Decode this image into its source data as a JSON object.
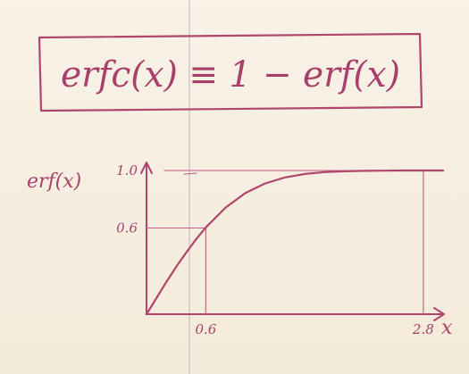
{
  "formula": {
    "text": "erfc(x) ≡ 1 − erf(x)"
  },
  "chart_data": {
    "type": "line",
    "title": "",
    "xlabel": "x",
    "ylabel": "erf(x)",
    "xlim": [
      0,
      3.0
    ],
    "ylim": [
      0,
      1.05
    ],
    "x_ticks": [
      {
        "value": 0.6,
        "label": "0.6"
      },
      {
        "value": 2.8,
        "label": "2.8"
      }
    ],
    "y_ticks": [
      {
        "value": 0.6,
        "label": "0.6"
      },
      {
        "value": 1.0,
        "label": "1.0"
      }
    ],
    "asymptote": {
      "y": 1.0
    },
    "series": [
      {
        "x": [
          0,
          0.1,
          0.2,
          0.3,
          0.4,
          0.5,
          0.6,
          0.8,
          1.0,
          1.2,
          1.4,
          1.6,
          1.8,
          2.0,
          2.2,
          2.4,
          2.6,
          2.8,
          3.0
        ],
        "y": [
          0,
          0.112,
          0.223,
          0.329,
          0.428,
          0.52,
          0.604,
          0.742,
          0.843,
          0.91,
          0.952,
          0.976,
          0.989,
          0.995,
          0.998,
          0.999,
          1.0,
          1.0,
          1.0
        ]
      }
    ]
  },
  "colors": {
    "ink": "#b0456e",
    "paper": "#f7f0e4",
    "guide": "#c8c0c8"
  }
}
